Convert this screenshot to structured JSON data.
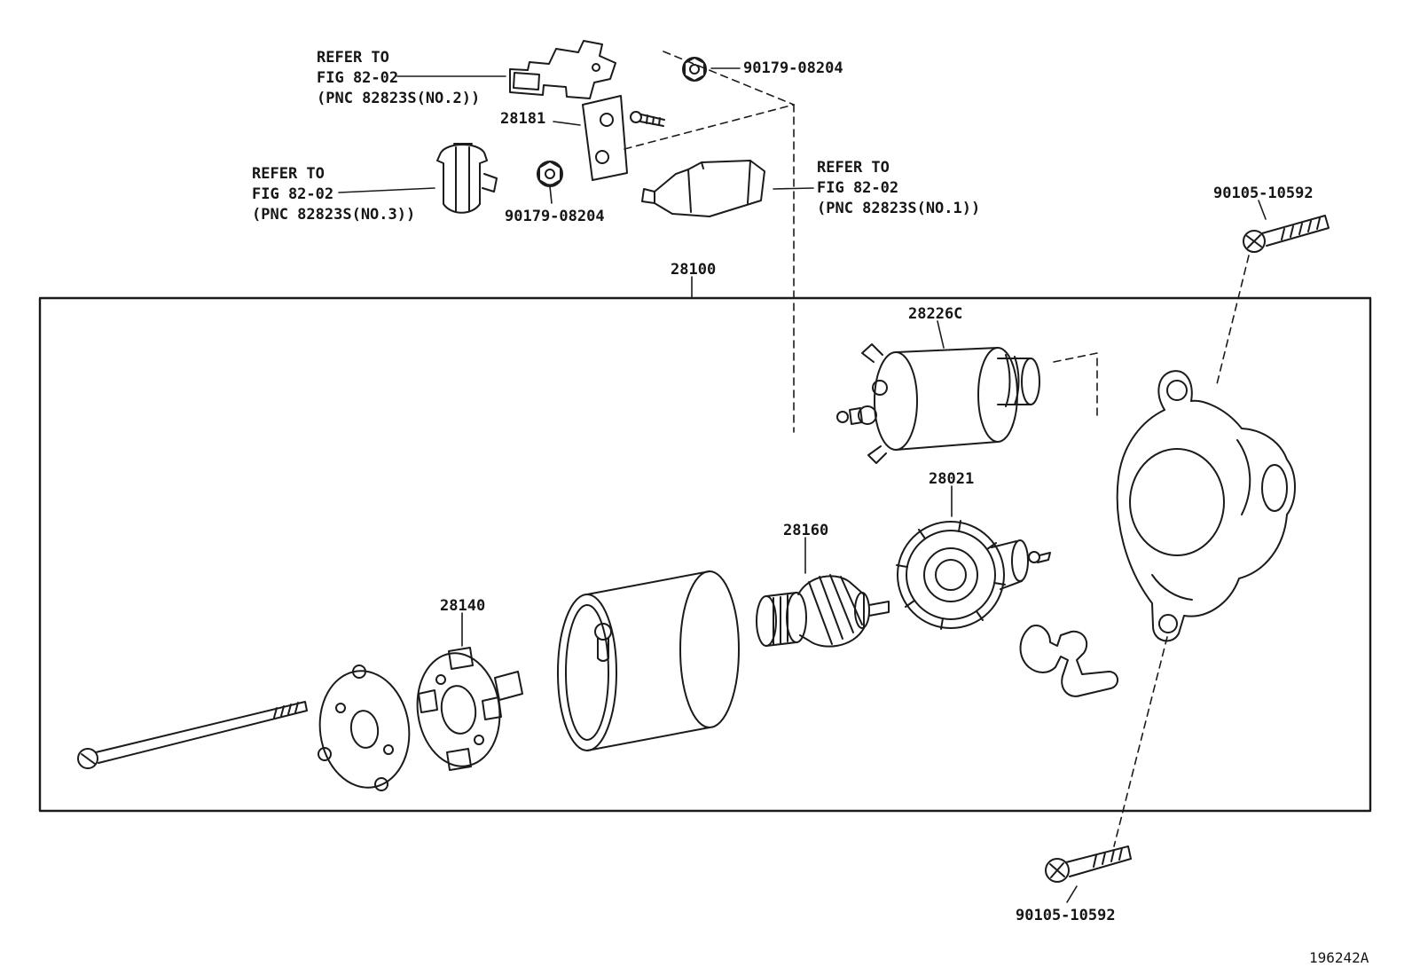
{
  "doc": {
    "figure_code": "196242A"
  },
  "colors": {
    "line": "#1b1b1b",
    "background": "#ffffff"
  },
  "references": {
    "no2": {
      "lines": [
        "REFER TO",
        "FIG 82-02",
        "(PNC 82823S(NO.2))"
      ]
    },
    "no3": {
      "lines": [
        "REFER TO",
        "FIG 82-02",
        "(PNC 82823S(NO.3))"
      ]
    },
    "no1": {
      "lines": [
        "REFER TO",
        "FIG 82-02",
        "(PNC 82823S(NO.1))"
      ]
    }
  },
  "labels": {
    "bracket": "28181",
    "nut_top": "90179-08204",
    "nut_mid": "90179-08204",
    "assembly": "28100",
    "magnetic_switch": "28226C",
    "clutch": "28021",
    "pinion": "28160",
    "brush_holder": "28140",
    "bolt_top": "90105-10592",
    "bolt_bottom": "90105-10592"
  }
}
